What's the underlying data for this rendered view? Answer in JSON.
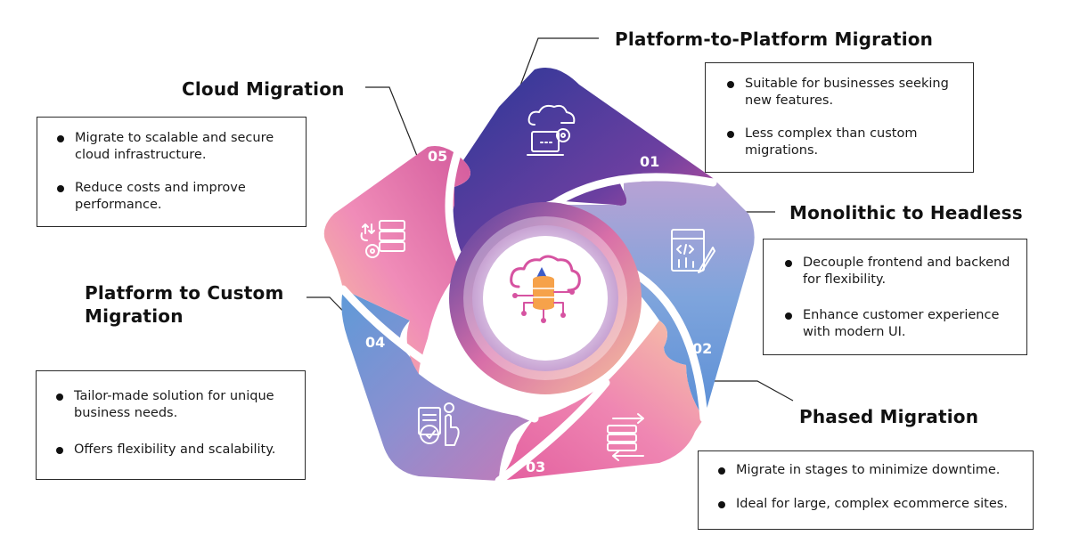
{
  "stages": [
    {
      "number": "01",
      "title": "Platform-to-Platform Migration",
      "points": [
        "Suitable for businesses seeking new features.",
        "Less complex than custom migrations."
      ],
      "icon": "cloud-laptop-icon"
    },
    {
      "number": "02",
      "title": "Monolithic to Headless",
      "points": [
        "Decouple frontend and backend for flexibility.",
        "Enhance customer experience with modern UI."
      ],
      "icon": "code-settings-icon"
    },
    {
      "number": "03",
      "title": "Phased Migration",
      "points": [
        "Migrate in stages to minimize downtime.",
        "Ideal for large, complex ecommerce sites."
      ],
      "icon": "database-transfer-icon"
    },
    {
      "number": "04",
      "title": "Platform to Custom Migration",
      "points": [
        "Tailor-made solution for unique business needs.",
        "Offers flexibility and scalability."
      ],
      "icon": "custom-solution-icon"
    },
    {
      "number": "05",
      "title": "Cloud Migration",
      "points": [
        "Migrate to scalable and secure cloud infrastructure.",
        "Reduce costs and improve performance."
      ],
      "icon": "cloud-server-icon"
    }
  ],
  "center": {
    "icon": "cloud-database-icon"
  },
  "colors": {
    "navy": "#2e3a9a",
    "purple": "#8a4fa8",
    "pink": "#e2609e",
    "light_pink": "#f3a0c4",
    "peach": "#f9c79c",
    "blue": "#6b9ad8"
  }
}
